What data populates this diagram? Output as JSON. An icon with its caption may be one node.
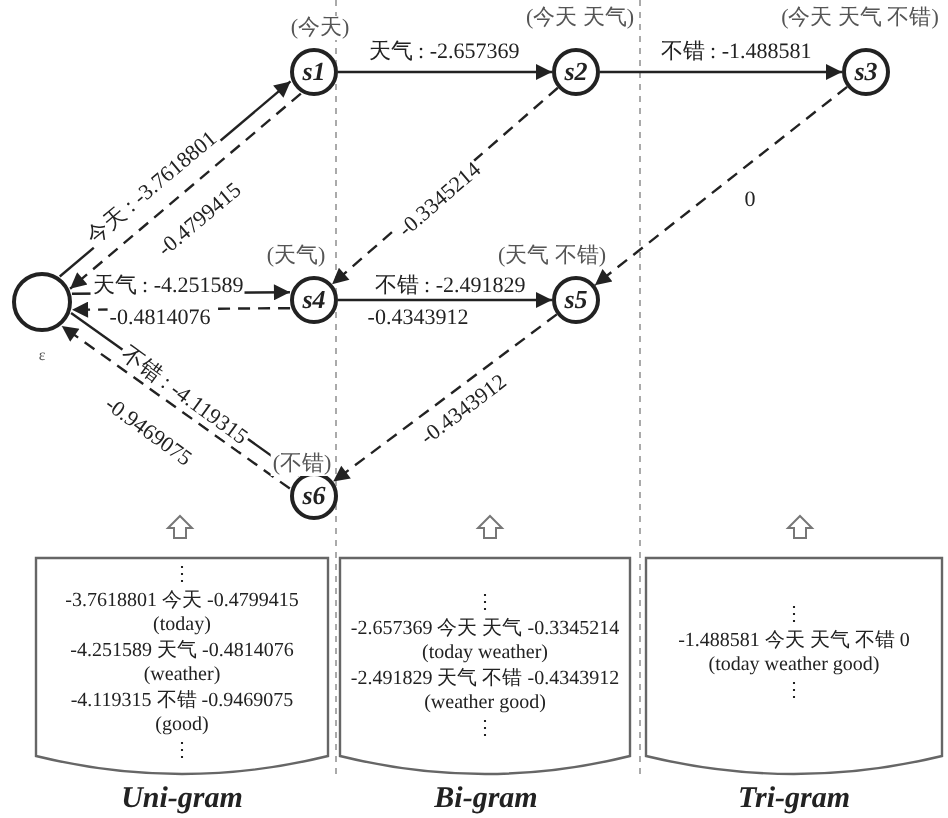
{
  "diagram": {
    "nodes": [
      {
        "text": [],
        "shape": "circle",
        "beside": [
          "ε"
        ]
      },
      {
        "text": [
          "s1"
        ],
        "beside": [
          "(今天)"
        ]
      },
      {
        "text": [
          "s2"
        ],
        "beside": [
          "(今天 天气)"
        ]
      },
      {
        "text": [
          "s3"
        ],
        "beside": [
          "(今天 天气 不错)"
        ]
      },
      {
        "text": [
          "s4"
        ],
        "beside": [
          "(天气)"
        ]
      },
      {
        "text": [
          "s5"
        ],
        "beside": [
          "(天气 不错)"
        ]
      },
      {
        "text": [
          "s6"
        ],
        "beside": [
          "(不错)"
        ]
      },
      {
        "text": [
          "⋮",
          "-3.7618801 今天 -0.4799415",
          "(today)",
          "-4.251589 天气 -0.4814076",
          "(weather)",
          "-4.119315 不错 -0.9469075",
          "(good)",
          "⋮"
        ],
        "beside": [
          "Uni-gram"
        ]
      },
      {
        "text": [
          "⋮",
          "-2.657369 今天 天气 -0.3345214",
          "(today weather)",
          "-2.491829 天气 不错 -0.4343912",
          "(weather good)",
          "⋮"
        ],
        "beside": [
          "Bi-gram"
        ]
      },
      {
        "text": [
          "⋮",
          "-1.488581 今天 天气 不错 0",
          "(today weather good)",
          "⋮"
        ],
        "beside": [
          "Tri-gram"
        ]
      }
    ],
    "edges": [
      {
        "from": 0,
        "to": 1,
        "arrow": "to",
        "label": "今天 : -3.7618801"
      },
      {
        "from": 1,
        "to": 0,
        "arrow": "to",
        "style": "dashed",
        "label": "-0.4799415"
      },
      {
        "from": 0,
        "to": 4,
        "arrow": "to",
        "label": "天气 : -4.251589"
      },
      {
        "from": 4,
        "to": 0,
        "arrow": "to",
        "style": "dashed",
        "label": "-0.4814076"
      },
      {
        "from": 0,
        "to": 6,
        "arrow": "to",
        "label": "不错 : -4.119315"
      },
      {
        "from": 6,
        "to": 0,
        "arrow": "to",
        "style": "dashed",
        "label": "-0.9469075"
      },
      {
        "from": 1,
        "to": 2,
        "arrow": "to",
        "label": "天气 : -2.657369"
      },
      {
        "from": 2,
        "to": 4,
        "arrow": "to",
        "style": "dashed",
        "label": "-0.3345214"
      },
      {
        "from": 2,
        "to": 3,
        "arrow": "to",
        "label": "不错 : -1.488581"
      },
      {
        "from": 3,
        "to": 5,
        "arrow": "to",
        "style": "dashed",
        "label": "0"
      },
      {
        "from": 4,
        "to": 5,
        "arrow": "to",
        "label": "不错 : -2.491829"
      },
      {
        "from": 5,
        "to": 6,
        "arrow": "to",
        "style": "dashed",
        "label": "-0.4343912"
      }
    ],
    "labels": [
      "-0.4343912"
    ]
  }
}
